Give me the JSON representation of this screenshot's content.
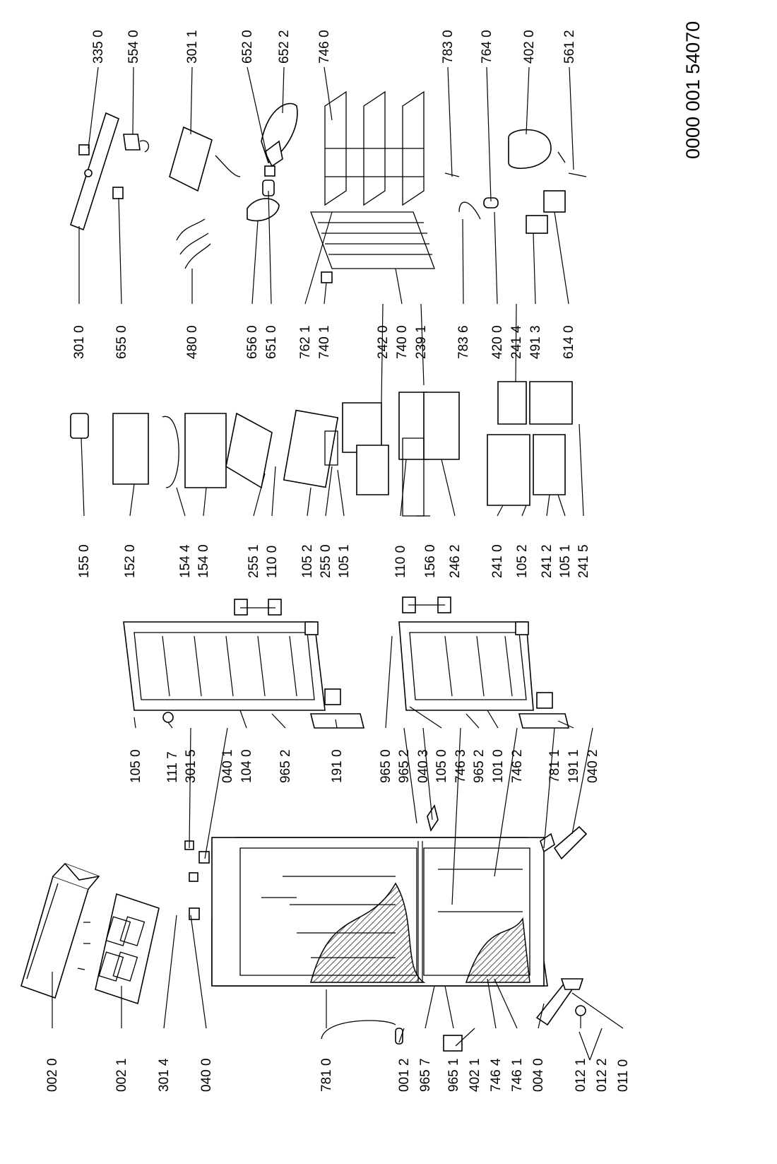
{
  "document_number": "0000 001 54070",
  "callouts": {
    "c_002_0": "002 0",
    "c_002_1": "002 1",
    "c_301_4": "301 4",
    "c_040_0": "040 0",
    "c_781_0": "781 0",
    "c_001_2": "001 2",
    "c_965_7": "965 7",
    "c_965_1": "965 1",
    "c_402_1": "402 1",
    "c_746_4": "746 4",
    "c_746_1": "746 1",
    "c_004_0": "004 0",
    "c_012_1": "012 1",
    "c_012_2": "012 2",
    "c_011_0": "011 0",
    "c_105_0a": "105 0",
    "c_111_7": "111 7",
    "c_301_5": "301 5",
    "c_040_1": "040 1",
    "c_104_0": "104 0",
    "c_965_2a": "965 2",
    "c_191_0": "191 0",
    "c_965_0": "965 0",
    "c_965_2b": "965 2",
    "c_040_3": "040 3",
    "c_105_0b": "105 0",
    "c_746_3": "746 3",
    "c_965_2c": "965 2",
    "c_101_0": "101 0",
    "c_746_2": "746 2",
    "c_781_1": "781 1",
    "c_191_1": "191 1",
    "c_040_2": "040 2",
    "c_155_0": "155 0",
    "c_152_0": "152 0",
    "c_154_4": "154 4",
    "c_154_0": "154 0",
    "c_255_1": "255 1",
    "c_110_0a": "110 0",
    "c_105_2a": "105 2",
    "c_255_0": "255 0",
    "c_105_1a": "105 1",
    "c_110_0b": "110 0",
    "c_156_0": "156 0",
    "c_246_2": "246 2",
    "c_241_0": "241 0",
    "c_105_2b": "105 2",
    "c_241_2": "241 2",
    "c_105_1b": "105 1",
    "c_241_5": "241 5",
    "c_301_0": "301 0",
    "c_655_0": "655 0",
    "c_480_0": "480 0",
    "c_656_0": "656 0",
    "c_651_0": "651 0",
    "c_762_1": "762 1",
    "c_740_1": "740 1",
    "c_242_0": "242 0",
    "c_740_0": "740 0",
    "c_239_1": "239 1",
    "c_783_6": "783 6",
    "c_420_0": "420 0",
    "c_241_4": "241 4",
    "c_491_3": "491 3",
    "c_614_0": "614 0",
    "c_335_0": "335 0",
    "c_554_0": "554 0",
    "c_301_1": "301 1",
    "c_652_0": "652 0",
    "c_652_2": "652 2",
    "c_746_0": "746 0",
    "c_783_0": "783 0",
    "c_764_0": "764 0",
    "c_402_0": "402 0",
    "c_561_2": "561 2"
  }
}
